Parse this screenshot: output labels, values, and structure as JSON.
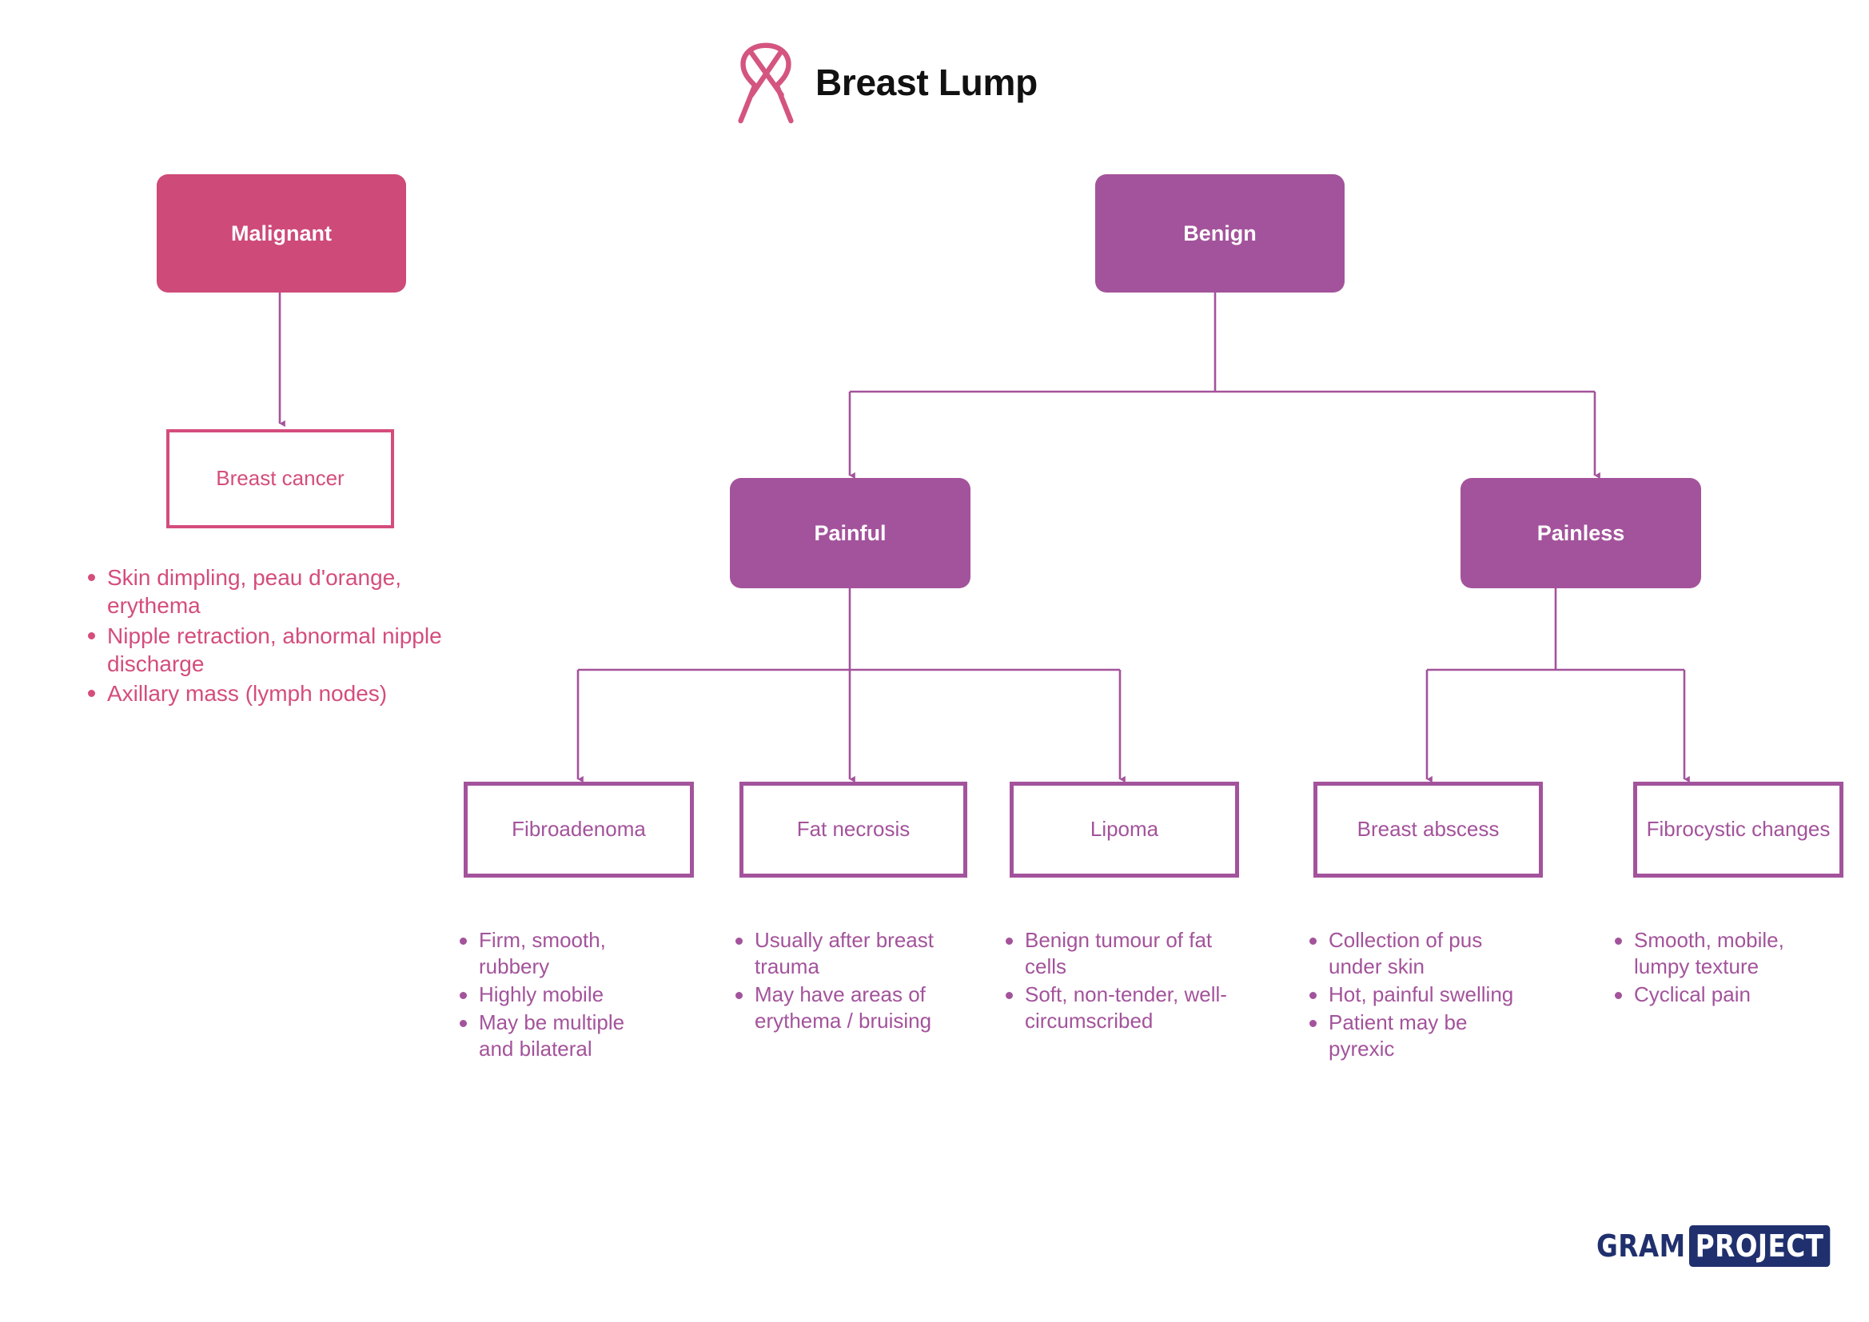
{
  "header": {
    "title": "Breast Lump",
    "icon": "breast-cancer-ribbon-icon"
  },
  "colors": {
    "malignant": "#ce4a78",
    "benign": "#a3539b",
    "pink_text": "#d44d7c",
    "purple_text": "#a3539b",
    "logo_navy": "#20306e",
    "background": "#ffffff"
  },
  "nodes": {
    "malignant": "Malignant",
    "benign": "Benign",
    "painful": "Painful",
    "painless": "Painless"
  },
  "leaves": {
    "breast_cancer": "Breast cancer",
    "fibroadenoma": "Fibroadenoma",
    "fat_necrosis": "Fat necrosis",
    "lipoma": "Lipoma",
    "breast_abscess": "Breast abscess",
    "fibrocystic_changes": "Fibrocystic changes"
  },
  "features": {
    "breast_cancer": [
      "Skin dimpling, peau d'orange, erythema",
      "Nipple retraction, abnormal nipple discharge",
      "Axillary mass (lymph nodes)"
    ],
    "fibroadenoma": [
      "Firm, smooth, rubbery",
      "Highly mobile",
      "May be multiple and bilateral"
    ],
    "fat_necrosis": [
      "Usually after breast trauma",
      "May have areas of erythema / bruising"
    ],
    "lipoma": [
      "Benign tumour of fat cells",
      "Soft, non-tender, well-circumscribed"
    ],
    "breast_abscess": [
      "Collection of pus under skin",
      "Hot, painful swelling",
      "Patient may be pyrexic"
    ],
    "fibrocystic_changes": [
      "Smooth, mobile, lumpy texture",
      "Cyclical pain"
    ]
  },
  "logo": {
    "part1": "GRAM",
    "part2": "PROJECT"
  }
}
